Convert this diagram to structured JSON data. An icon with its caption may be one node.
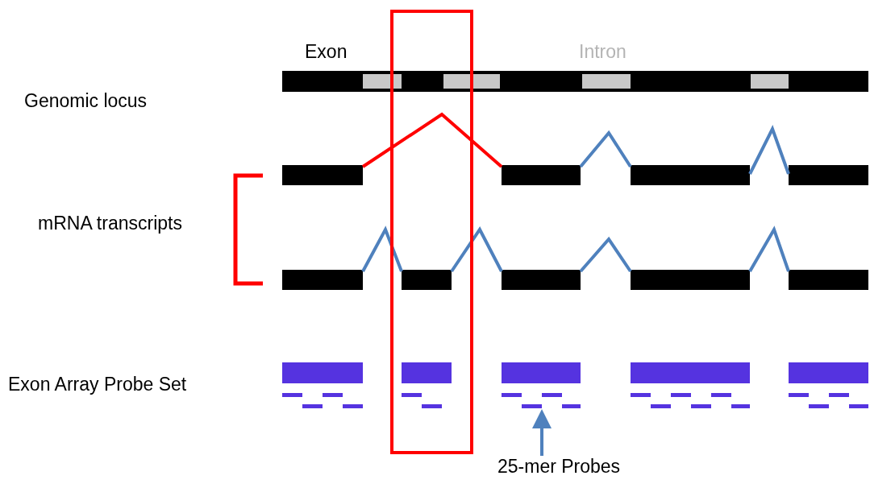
{
  "diagram": {
    "nodes": [
      {
        "text": [
          "25-mer Probes"
        ]
      },
      {
        "text": [],
        "shape": "bar"
      }
    ],
    "edges": [
      {
        "from": 0,
        "to": 1,
        "arrow": "to"
      }
    ],
    "labels": [
      "Exon",
      "Intron",
      "Genomic locus",
      "mRNA transcripts",
      "Exon Array Probe Set"
    ]
  }
}
